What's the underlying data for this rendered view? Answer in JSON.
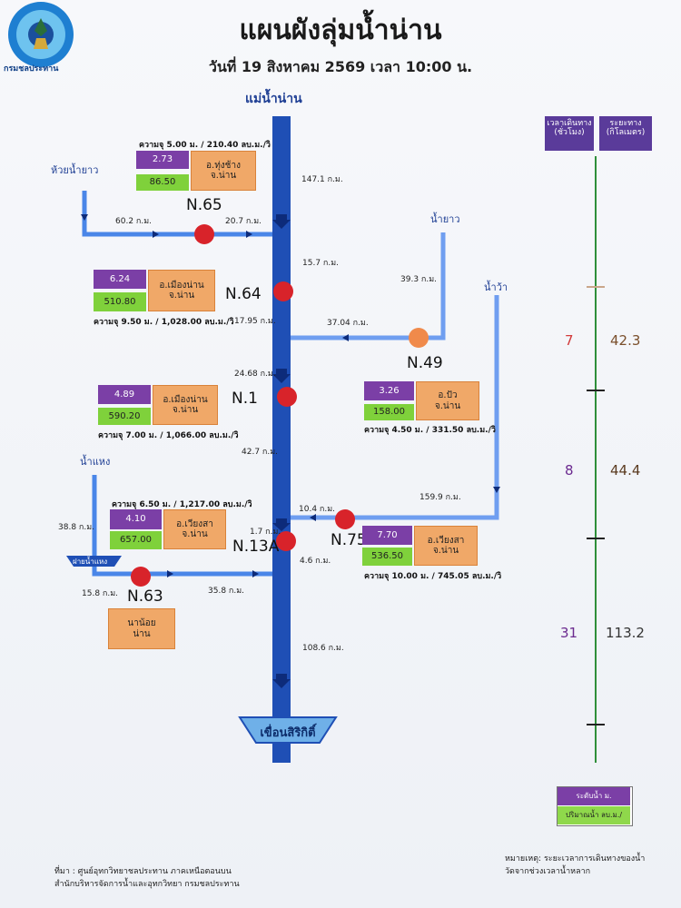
{
  "title": "แผนผังลุ่มน้ำน่าน",
  "subtitle": "วันที่ 19 สิงหาคม 2569 เวลา 10:00 น.",
  "logo_text": "กรมชลประทาน",
  "main_river": "แม่น้ำน่าน",
  "tributaries": {
    "huai_nam_yao": "ห้วยน้ำยาว",
    "nam_yao": "น้ำยาว",
    "nam_wa": "น้ำว้า",
    "nam_haeng": "น้ำแหง"
  },
  "stations": {
    "n65": {
      "label": "N.65",
      "value": "2.73",
      "flow": "86.50",
      "district": "อ.ทุ่งช้าง\nจ.น่าน",
      "capacity": "ความจุ 5.00 ม. / 210.40 ลบ.ม./วิ"
    },
    "n64": {
      "label": "N.64",
      "value": "6.24",
      "flow": "510.80",
      "district": "อ.เมืองน่าน\nจ.น่าน",
      "capacity": "ความจุ 9.50 ม. / 1,028.00 ลบ.ม./วิ"
    },
    "n1": {
      "label": "N.1",
      "value": "4.89",
      "flow": "590.20",
      "district": "อ.เมืองน่าน\nจ.น่าน",
      "capacity": "ความจุ 7.00 ม. / 1,066.00 ลบ.ม./วิ"
    },
    "n49": {
      "label": "N.49",
      "value": "3.26",
      "flow": "158.00",
      "district": "อ.ปัว\nจ.น่าน",
      "capacity": "ความจุ 4.50 ม. / 331.50 ลบ.ม./วิ"
    },
    "n13a": {
      "label": "N.13A",
      "value": "4.10",
      "flow": "657.00",
      "district": "อ.เวียงสา\nจ.น่าน",
      "capacity": "ความจุ 6.50 ม. / 1,217.00 ลบ.ม./วิ"
    },
    "n75": {
      "label": "N.75",
      "value": "7.70",
      "flow": "536.50",
      "district": "อ.เวียงสา\nจ.น่าน",
      "capacity": "ความจุ 10.00 ม. / 745.05 ลบ.ม./วิ"
    },
    "n63": {
      "label": "N.63",
      "district": "นาน้อย\nน่าน"
    }
  },
  "distances": {
    "d1471": "147.1 ก.ม.",
    "d602": "60.2 ก.ม.",
    "d207": "20.7 ก.ม.",
    "d157": "15.7 ก.ม.",
    "d393": "39.3 ก.ม.",
    "d1795": "17.95 ก.ม.",
    "d3704": "37.04 ก.ม.",
    "d2468": "24.68 ก.ม.",
    "d427": "42.7 ก.ม.",
    "d1599": "159.9 ก.ม.",
    "d104": "10.4 ก.ม.",
    "d388": "38.8 ก.ม.",
    "d17": "1.7 ก.ม.",
    "d46": "4.6 ก.ม.",
    "d158": "15.8 ก.ม.",
    "d358": "35.8 ก.ม.",
    "d1086": "108.6 ก.ม."
  },
  "haeng_gate": "ฝายน้ำแหง",
  "dam": "เขื่อนสิริกิติ์",
  "scale": {
    "header_time": "เวลาเดินทาง\n(ชั่วโมง)",
    "header_dist": "ระยะทาง\n(กิโลเมตร)",
    "rows": [
      {
        "hours": "7",
        "km": "42.3"
      },
      {
        "hours": "8",
        "km": "44.4"
      },
      {
        "hours": "31",
        "km": "113.2"
      }
    ]
  },
  "legend": {
    "purple": "ระดับน้ำ ม.",
    "green": "ปริมาณน้ำ ลบ.ม./"
  },
  "footer_left": "ที่มา : ศูนย์อุทกวิทยาชลประทาน ภาคเหนือตอนบน\nสำนักบริหารจัดการน้ำและอุทกวิทยา กรมชลประทาน",
  "footer_right": "หมายเหตุ: ระยะเวลาการเดินทางของน้ำ\nวัดจากช่วงเวลาน้ำหลาก",
  "colors": {
    "main_river": "#1f4fb5",
    "tributary": "#4a86e8",
    "station": "#d8232a",
    "station_n49": "#f08a4b",
    "scale_line": "#2f8f3a"
  }
}
